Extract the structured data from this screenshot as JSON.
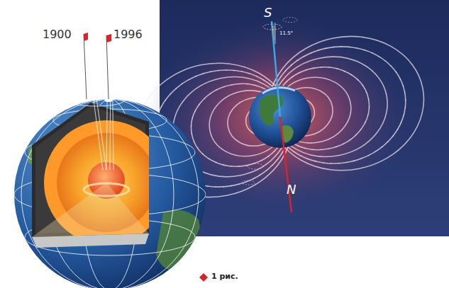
{
  "diagram": {
    "labels": [
      "1900",
      "1996",
      "S",
      "11.5°",
      "N",
      "1 рис."
    ]
  }
}
